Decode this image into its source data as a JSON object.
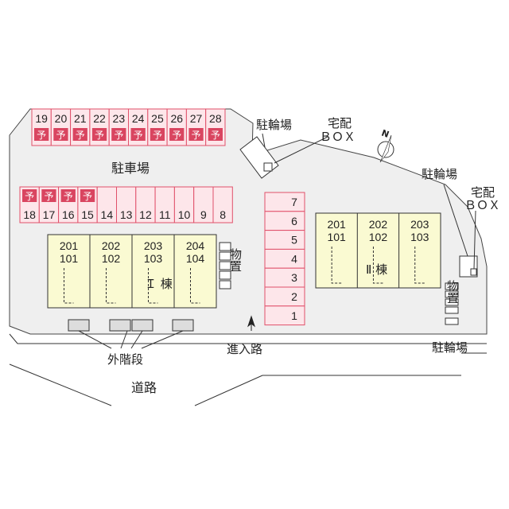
{
  "labels": {
    "parking": "駐車場",
    "bike_parking_left": "駐輪場",
    "delivery_box_left_1": "宅配",
    "delivery_box_left_2": "ＢＯＸ",
    "bike_parking_right": "駐輪場",
    "delivery_box_right_1": "宅配",
    "delivery_box_right_2": "ＢＯＸ",
    "storage_left": "物置",
    "storage_right": "物置",
    "building_1": "Ｉ 棟",
    "building_2": "Ⅱ 棟",
    "outer_stairs": "外階段",
    "entrance_road": "進入路",
    "road": "道路",
    "bike_parking_bottom": "駐輪場",
    "north": "N"
  },
  "reserved_mark": "予",
  "parking_top": [
    {
      "num": "19",
      "reserved": true
    },
    {
      "num": "20",
      "reserved": true
    },
    {
      "num": "21",
      "reserved": true
    },
    {
      "num": "22",
      "reserved": true
    },
    {
      "num": "23",
      "reserved": true
    },
    {
      "num": "24",
      "reserved": true
    },
    {
      "num": "25",
      "reserved": true
    },
    {
      "num": "26",
      "reserved": true
    },
    {
      "num": "27",
      "reserved": true
    },
    {
      "num": "28",
      "reserved": true
    }
  ],
  "parking_row2": [
    {
      "num": "18",
      "reserved": true
    },
    {
      "num": "17",
      "reserved": true
    },
    {
      "num": "16",
      "reserved": true
    },
    {
      "num": "15",
      "reserved": true
    },
    {
      "num": "14",
      "reserved": false
    },
    {
      "num": "13",
      "reserved": false
    },
    {
      "num": "12",
      "reserved": false
    },
    {
      "num": "11",
      "reserved": false
    },
    {
      "num": "10",
      "reserved": false
    },
    {
      "num": "9",
      "reserved": false
    },
    {
      "num": "8",
      "reserved": false
    }
  ],
  "parking_vertical": [
    "7",
    "6",
    "5",
    "4",
    "3",
    "2",
    "1"
  ],
  "building1_units": [
    {
      "upper": "201",
      "lower": "101"
    },
    {
      "upper": "202",
      "lower": "102"
    },
    {
      "upper": "203",
      "lower": "103"
    },
    {
      "upper": "204",
      "lower": "104"
    }
  ],
  "building2_units": [
    {
      "upper": "201",
      "lower": "101"
    },
    {
      "upper": "202",
      "lower": "102"
    },
    {
      "upper": "203",
      "lower": "103"
    }
  ],
  "colors": {
    "lot": "#efefef",
    "parking_fill": "#fde6ea",
    "parking_line": "#e0506a",
    "reserved_fill": "#d94560",
    "building_fill": "#fafad2",
    "outline": "#333333"
  }
}
